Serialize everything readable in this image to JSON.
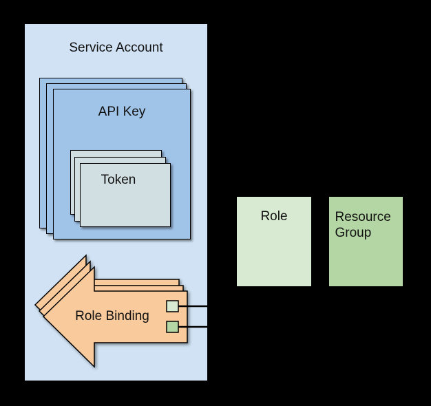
{
  "labels": {
    "service_account": "Service Account",
    "api_key": "API Key",
    "token": "Token",
    "role_binding": "Role Binding",
    "role": "Role",
    "resource_group": "Resource Group"
  },
  "colors": {
    "background": "#000000",
    "service_account_fill": "#d0e2f3",
    "api_key_fill": "#a0c3e8",
    "token_fill": "#d2dfe2",
    "role_binding_fill": "#f8ca9c",
    "role_fill": "#d9ead3",
    "resource_group_fill": "#b4d6a4",
    "connector_square_role_fill": "#d9ead3",
    "connector_square_resource_group_fill": "#b4d6a4",
    "outline": "#000000",
    "text": "#111111"
  },
  "stacks": {
    "api_key_layer_count": 3,
    "token_layer_count": 3,
    "role_binding_layer_count": 3
  }
}
